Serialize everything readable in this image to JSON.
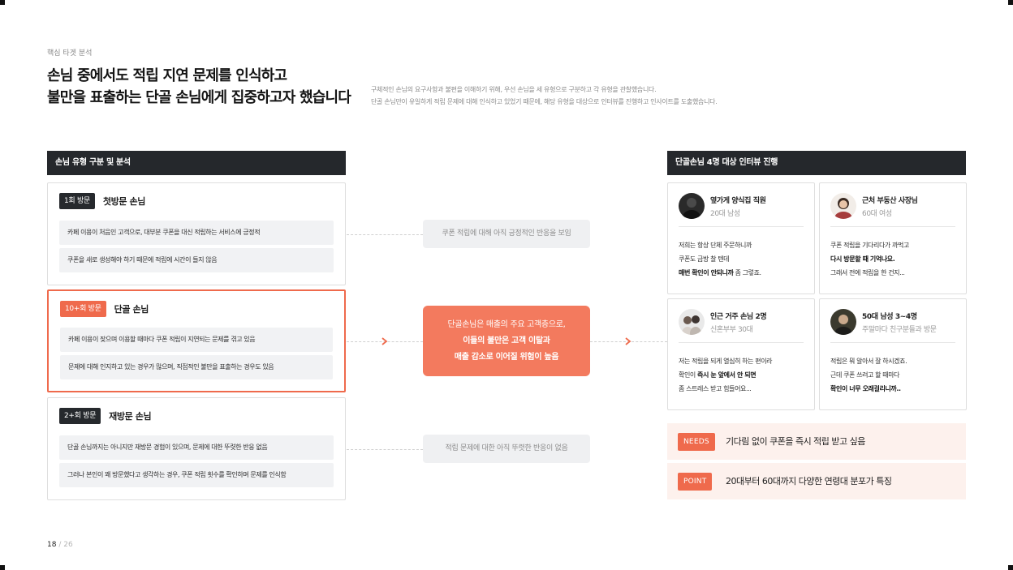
{
  "eyebrow": "핵심 타겟 분석",
  "headline": {
    "line1": "손님 중에서도 적립 지연 문제를 인식하고",
    "line2": "불만을 표출하는 단골 손님에게 집중하고자 했습니다"
  },
  "description": {
    "line1": "구체적인 손님의 요구사항과 불편을 이해하기 위해, 우선 손님을 세 유형으로 구분하고 각 유형을 관찰했습니다.",
    "line2": "단골 손님만이 유일하게 적립 문제에 대해 인식하고 있었기 때문에, 해당 유형을 대상으로 인터뷰를 진행하고 인사이트를 도출했습니다."
  },
  "left_panel": {
    "title": "손님 유형 구분 및 분석",
    "types": [
      {
        "badge": "1회 방문",
        "title": "첫방문 손님",
        "lines": [
          "카페 이용이 처음인 고객으로, 대부분 쿠폰을 대신 적립하는 서비스에 긍정적",
          "쿠폰을 새로 생성해야 하기 때문에 적립에 시간이 들지 않음"
        ]
      },
      {
        "badge": "10+회 방문",
        "title": "단골 손님",
        "lines": [
          "카페 이용이 잦으며 이용할 때마다 쿠폰 적립이 지연되는 문제를 겪고 있음",
          "문제에 대해 인지하고 있는 경우가 많으며, 직접적인 불만을 표출하는 경우도 있음"
        ]
      },
      {
        "badge": "2+회 방문",
        "title": "재방문 손님",
        "lines": [
          "단골 손님까지는 아니지만 재방문 경험이 있으며, 문제에 대한 뚜렷한 반응 없음",
          "그러나 본인이 꽤 방문했다고 생각하는 경우, 쿠폰 적립 횟수를 확인하며 문제를 인식함"
        ]
      }
    ]
  },
  "middle": {
    "reaction_top": "쿠폰 적립에 대해 아직 긍정적인 반응을 보임",
    "reaction_bottom": "적립 문제에 대한 아직 뚜렷한 반응이 없음",
    "highlight": {
      "line1": "단골손님은 매출의 주요 고객층으로,",
      "line2": "이들의 불만은 고객 이탈과",
      "line3": "매출 감소로 이어질 위험이 높음"
    }
  },
  "right_panel": {
    "title": "단골손님 4명 대상 인터뷰 진행",
    "interviews": [
      {
        "name": "옆가게 양식집 직원",
        "sub": "20대 남성",
        "lines": [
          {
            "text": "저희는 항상 단체 주문하니까",
            "strong": ""
          },
          {
            "text": "쿠폰도 금방 찰 텐데",
            "strong": ""
          },
          {
            "text": " 좀 그렇죠.",
            "strong": "매번 확인이 안되니까"
          }
        ]
      },
      {
        "name": "근처 부동산 사장님",
        "sub": "60대 여성",
        "lines": [
          {
            "text": "쿠폰 적립을 기다리다가 까먹고",
            "strong": ""
          },
          {
            "text": "",
            "strong": "다시 방문할 때 기억나요."
          },
          {
            "text": "그래서 전에 적립을 한 건지...",
            "strong": ""
          }
        ]
      },
      {
        "name": "인근 거주 손님 2명",
        "sub": "신혼부부 30대",
        "lines": [
          {
            "text": "저는 적립을 되게 열심히 하는 편이라",
            "strong": ""
          },
          {
            "text": "확인이 ",
            "strong": "즉시 눈 앞에서 안 되면"
          },
          {
            "text": "좀 스트레스 받고 힘들어요...",
            "strong": ""
          }
        ]
      },
      {
        "name": "50대 남성 3~4명",
        "sub": "주말마다 친구분들과 방문",
        "lines": [
          {
            "text": "적립은 뭐 알아서 잘 하시겠죠.",
            "strong": ""
          },
          {
            "text": "근데 쿠폰 쓰려고 할 때마다",
            "strong": ""
          },
          {
            "text": "",
            "strong": "확인이 너무 오래걸리니까.."
          }
        ]
      }
    ],
    "needs": {
      "tag": "NEEDS",
      "text": "기다림 없이 쿠폰을 즉시 적립 받고 싶음"
    },
    "point": {
      "tag": "POINT",
      "text": "20대부터 60대까지 다양한 연령대 분포가 특징"
    }
  },
  "pagination": {
    "current": "18",
    "total": "/ 26"
  },
  "colors": {
    "accent": "#ef6a4c",
    "accent_soft": "#fdf1ed",
    "dark": "#25282c",
    "muted_bg": "#f1f2f4"
  }
}
